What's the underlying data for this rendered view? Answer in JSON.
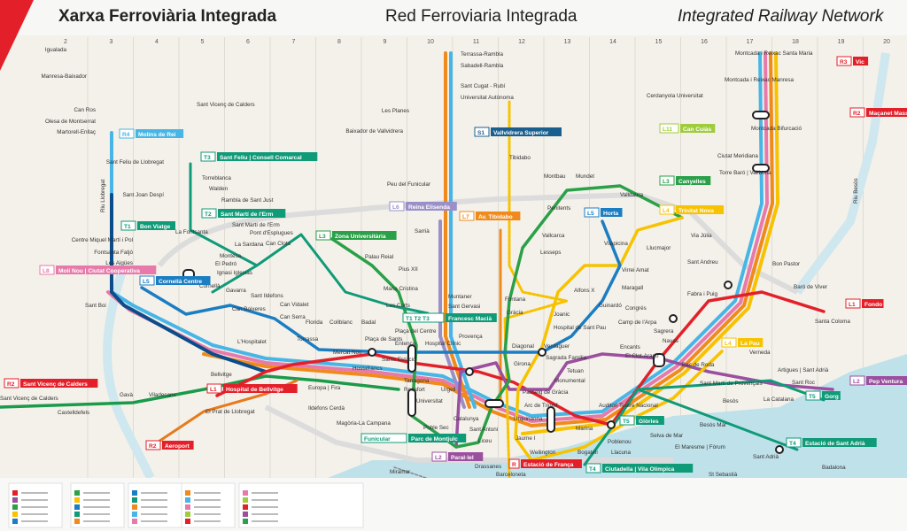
{
  "header": {
    "title_catalan": "Xarxa Ferroviària Integrada",
    "title_spanish": "Red Ferroviaria Integrada",
    "title_english": "Integrated Railway Network"
  },
  "grid_columns": [
    "2",
    "3",
    "4",
    "5",
    "6",
    "7",
    "8",
    "9",
    "10",
    "11",
    "12",
    "13",
    "14",
    "15",
    "16",
    "17",
    "18",
    "19",
    "20"
  ],
  "colors": {
    "L1": "#e3202a",
    "L2": "#9b4f9f",
    "L3": "#2aa048",
    "L4": "#f7c200",
    "L5": "#1b7dc2",
    "tram": "#0f9a78",
    "fgc_orange": "#f08a1c",
    "rodalies_blue": "#47b6e6",
    "rodalies_pink": "#e77aaa",
    "ring_road": "#d6d6d6",
    "sea": "#bfe1ea"
  },
  "stations": [
    "Igualada",
    "Manresa-Baixador",
    "Can Ros",
    "Olesa de Montserrat",
    "Martorell-Enllaç",
    "Sant Vicenç de Calders",
    "Sant Feliu de Llobregat",
    "Sant Joan Despí",
    "Torreblanca",
    "Walden",
    "Rambla de Sant Just",
    "Sant Martí de l'Erm",
    "La Fontsanta",
    "Fontsanta Fatjó",
    "Les Aigües",
    "Cornellà",
    "Centre Miquel Martí i Pol",
    "El Pedró",
    "Ignasi Iglesias",
    "Montesa",
    "La Sardana",
    "Pont d'Esplugues",
    "Can Clota",
    "Sant Boi",
    "Gavarra",
    "Sant Ildefons",
    "Can Boixeres",
    "Can Vidalet",
    "Can Serra",
    "Florida",
    "Torrassa",
    "L'Hospitalet",
    "Bellvitge",
    "El Prat de Llobregat",
    "Gavà",
    "Viladecans",
    "Castelldefels",
    "Sant Vicenç de Calders",
    "Collblanc",
    "Badal",
    "Mercat Nou",
    "Hostafrancs",
    "Plaça de Sants",
    "Sants Estació",
    "Europa | Fira",
    "Magòria-La Campana",
    "Ildefons Cerdà",
    "Palau Reial",
    "Maria Cristina",
    "Les Corts",
    "Pius XII",
    "Plaça del Centre",
    "Entença",
    "Hospital Clínic",
    "Tarragona",
    "Rocafort",
    "Urgell",
    "Universitat",
    "Catalunya",
    "Liceu",
    "Drassanes",
    "Poble Sec",
    "Sant Antoni",
    "Provença",
    "Diagonal",
    "Girona",
    "Verdaguer",
    "Sagrada Família",
    "Passeig de Gràcia",
    "Arc de Triomf",
    "Urquinaona",
    "Jaume I",
    "Barceloneta",
    "Monumental",
    "Tetuan",
    "Marina",
    "Bogatell",
    "Llacuna",
    "Poblenou",
    "Selva de Mar",
    "El Maresme | Fòrum",
    "Besòs Mar",
    "Besòs",
    "Fontana",
    "Gràcia",
    "Sant Gervasi",
    "Muntaner",
    "Lesseps",
    "Vallcarca",
    "Penitents",
    "Montbau",
    "Mundet",
    "Valldaura",
    "Sarrià",
    "Les Planes",
    "Baixador de Vallvidrera",
    "Peu del Funicular",
    "Terrassa-Rambla",
    "Sabadell-Rambla",
    "Sant Cugat - Rubí",
    "Universitat Autònoma",
    "Joanic",
    "Alfons X",
    "Guinardó",
    "Hospital de Sant Pau",
    "Camp de l'Arpa",
    "Encants",
    "El Clot-Aragó",
    "Maragall",
    "Congrés",
    "Virrei Amat",
    "Vilapicina",
    "Llucmajor",
    "Via Júlia",
    "Sant Andreu",
    "Fabra i Puig",
    "Sagrera",
    "Navas",
    "Bac de Roda",
    "Sant Martí de Provençals",
    "Verneda",
    "Artigues | Sant Adrià",
    "Sant Roc",
    "Torre Baró | Vallbona",
    "Ciutat Meridiana",
    "Montcada Bifurcació",
    "Montcada i Reixac Manresa",
    "Cerdanyola Universitat",
    "Montcada i Reixac Santa Maria",
    "Badalona",
    "Wellington",
    "Auditori Teatre Nacional",
    "Sant Adrià",
    "La Catalana",
    "Bon Pastor",
    "Baró de Viver",
    "Santa Coloma"
  ],
  "terminals": [
    {
      "name": "Molins de Rei",
      "badge": "R4",
      "color": "#47b6e6"
    },
    {
      "name": "Sant Feliu | Consell Comarcal",
      "badge": "T3",
      "color": "#0f9a78"
    },
    {
      "name": "Sant Martí de l'Erm",
      "badge": "T2",
      "color": "#0f9a78"
    },
    {
      "name": "Bon Viatge",
      "badge": "T1",
      "color": "#0f9a78"
    },
    {
      "name": "Molí Nou | Ciutat Cooperativa",
      "badge": "L8",
      "color": "#e77aaa"
    },
    {
      "name": "Cornellà Centre",
      "badge": "L5",
      "color": "#1b7dc2"
    },
    {
      "name": "Zona Universitària",
      "badge": "L3",
      "color": "#2aa048"
    },
    {
      "name": "Francesc Macià",
      "badge": "T1 T2 T3",
      "color": "#0f9a78"
    },
    {
      "name": "Reina Elisenda",
      "badge": "L6",
      "color": "#9a8fc8"
    },
    {
      "name": "Av. Tibidabo",
      "badge": "L7",
      "color": "#f08a1c"
    },
    {
      "name": "Vallvidrera Superior",
      "badge": "S1",
      "color": "#1b5f8e"
    },
    {
      "name": "Horta",
      "badge": "L5",
      "color": "#1b7dc2"
    },
    {
      "name": "Trinitat Nova",
      "badge": "L4",
      "color": "#f7c200"
    },
    {
      "name": "Canyelles",
      "badge": "L3",
      "color": "#2aa048"
    },
    {
      "name": "Can Cuiàs",
      "badge": "L11",
      "color": "#9fcc3b"
    },
    {
      "name": "Hospital de Bellvitge",
      "badge": "L1",
      "color": "#e3202a"
    },
    {
      "name": "Aeroport",
      "badge": "R2",
      "color": "#e3202a"
    },
    {
      "name": "Parc de Montjuïc",
      "badge": "Funicular",
      "color": "#0f9a78"
    },
    {
      "name": "Paral·lel",
      "badge": "L2",
      "color": "#9b4f9f"
    },
    {
      "name": "Estació de França",
      "badge": "R",
      "color": "#e3202a"
    },
    {
      "name": "Ciutadella | Vila Olímpica",
      "badge": "T4",
      "color": "#0f9a78"
    },
    {
      "name": "Glòries",
      "badge": "T5",
      "color": "#0f9a78"
    },
    {
      "name": "La Pau",
      "badge": "L4",
      "color": "#f7c200"
    },
    {
      "name": "Fondo",
      "badge": "L1",
      "color": "#e3202a"
    },
    {
      "name": "Pep Ventura",
      "badge": "L2",
      "color": "#9b4f9f"
    },
    {
      "name": "Gorg",
      "badge": "T5",
      "color": "#0f9a78"
    },
    {
      "name": "Estació de Sant Adrià",
      "badge": "T4",
      "color": "#0f9a78"
    },
    {
      "name": "Vic",
      "badge": "R3",
      "color": "#e3202a"
    },
    {
      "name": "Maçanet Massanes",
      "badge": "R2",
      "color": "#e3202a"
    },
    {
      "name": "Sant Vicenç de Calders",
      "badge": "R2",
      "color": "#e3202a"
    }
  ],
  "landmarks": [
    "Riu Llobregat",
    "Riu Besòs",
    "Tibidabo",
    "Miramar",
    "St Sebastià"
  ]
}
